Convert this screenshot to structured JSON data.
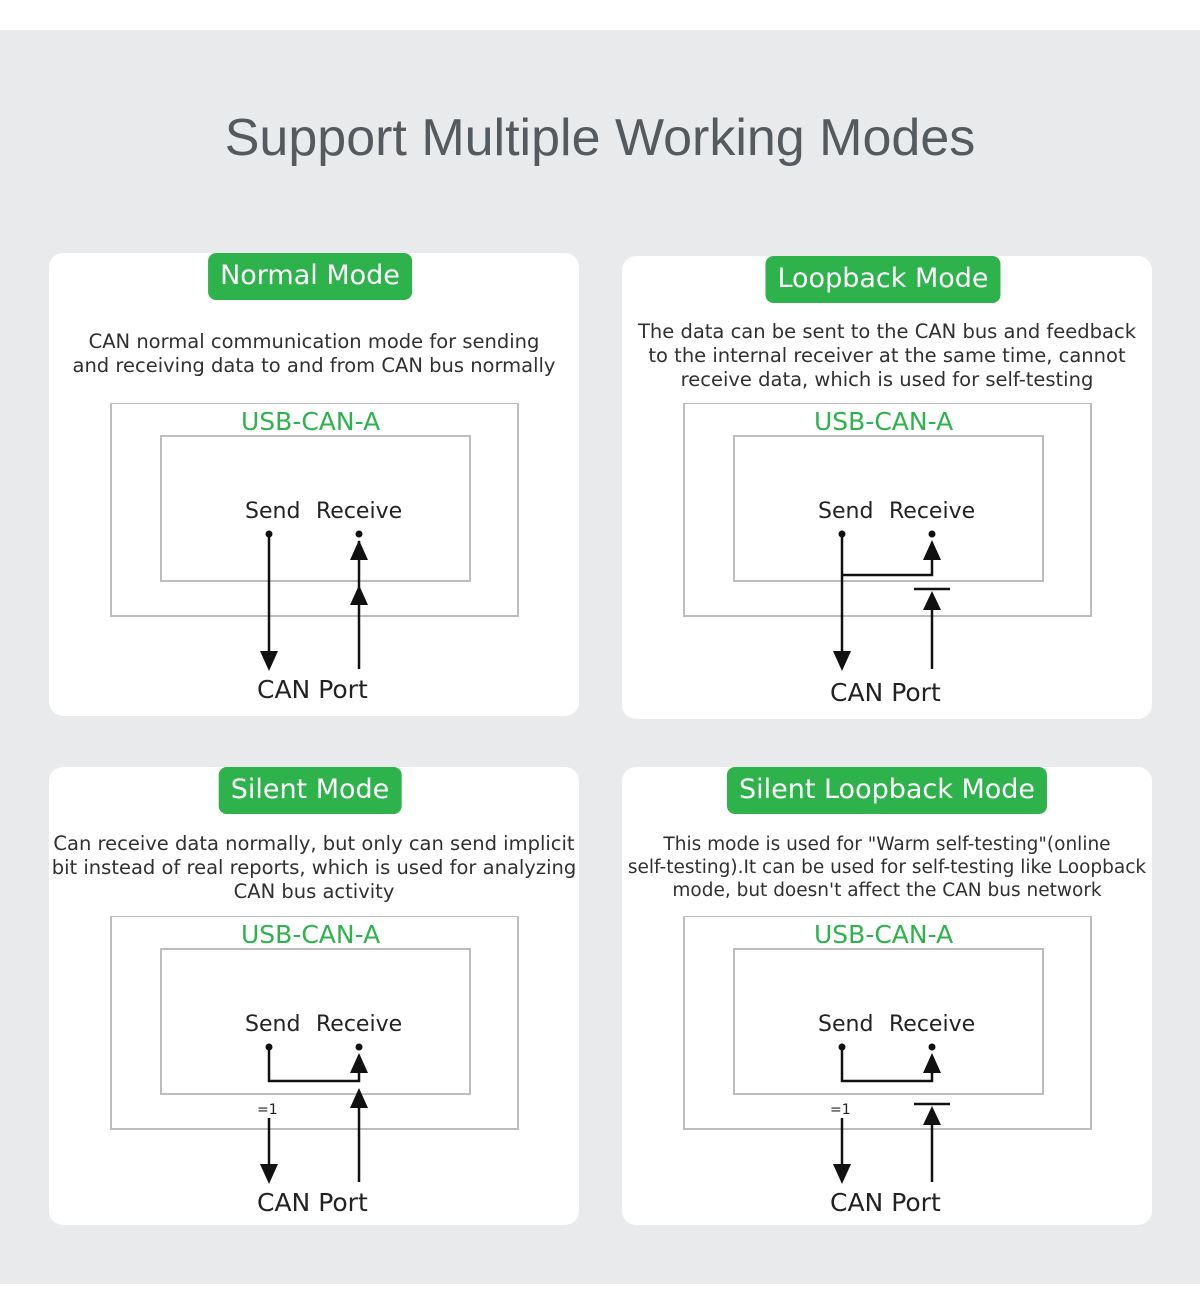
{
  "page": {
    "title": "Support Multiple Working Modes"
  },
  "colors": {
    "accent": "#2eb24c",
    "background": "#e9eaec",
    "card": "#ffffff",
    "title": "#555a5e",
    "line": "#111111",
    "box": "#bdbdbd"
  },
  "modes": [
    {
      "name": "Normal Mode",
      "description": [
        "CAN normal communication mode for sending",
        "and receiving data to and from CAN bus normally"
      ],
      "device": "USB-CAN-A",
      "send": "Send",
      "receive": "Receive",
      "port": "CAN Port"
    },
    {
      "name": "Loopback Mode",
      "description": [
        "The data can be sent to the CAN bus and feedback",
        "to the internal receiver at the same time, cannot",
        "receive data, which is used for self-testing"
      ],
      "device": "USB-CAN-A",
      "send": "Send",
      "receive": "Receive",
      "port": "CAN Port"
    },
    {
      "name": "Silent Mode",
      "description": [
        "Can receive data normally, but only can send implicit",
        "bit instead of real reports, which is used for analyzing",
        "CAN bus activity"
      ],
      "device": "USB-CAN-A",
      "send": "Send",
      "receive": "Receive",
      "port": "CAN Port",
      "recessive": "=1"
    },
    {
      "name": "Silent Loopback Mode",
      "description": [
        "This mode is used for \"Warm self-testing\"(online",
        "self-testing).It can be used for self-testing like Loopback",
        "mode, but doesn't affect the CAN bus network"
      ],
      "device": "USB-CAN-A",
      "send": "Send",
      "receive": "Receive",
      "port": "CAN Port",
      "recessive": "=1"
    }
  ]
}
